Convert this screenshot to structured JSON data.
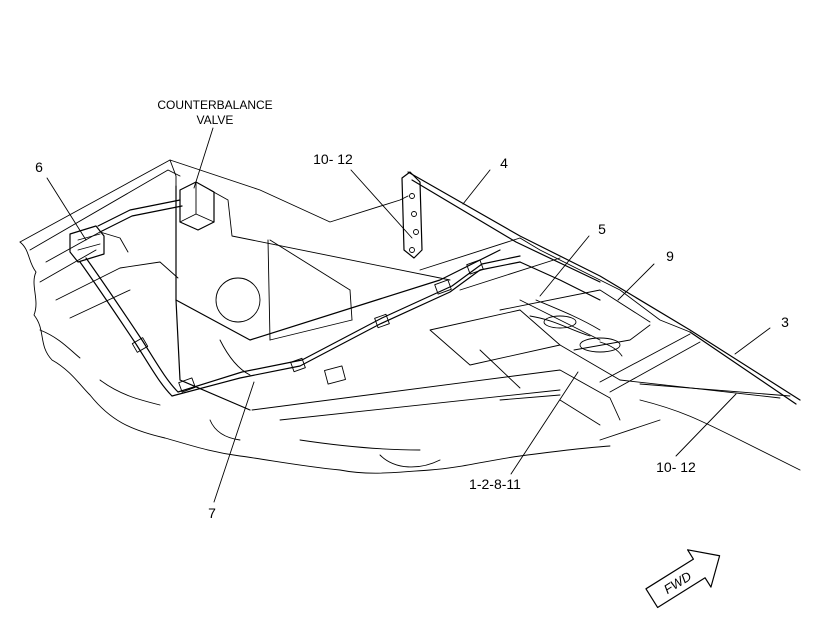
{
  "callouts": {
    "counterbalance_line1": "COUNTERBALANCE",
    "counterbalance_line2": "VALVE",
    "c6": "6",
    "c10_12_top": "10- 12",
    "c4": "4",
    "c5": "5",
    "c9": "9",
    "c3": "3",
    "c10_12_bottom": "10- 12",
    "c1_2_8_11": "1-2-8-11",
    "c7": "7"
  },
  "direction_marker": {
    "label": "FWD"
  }
}
